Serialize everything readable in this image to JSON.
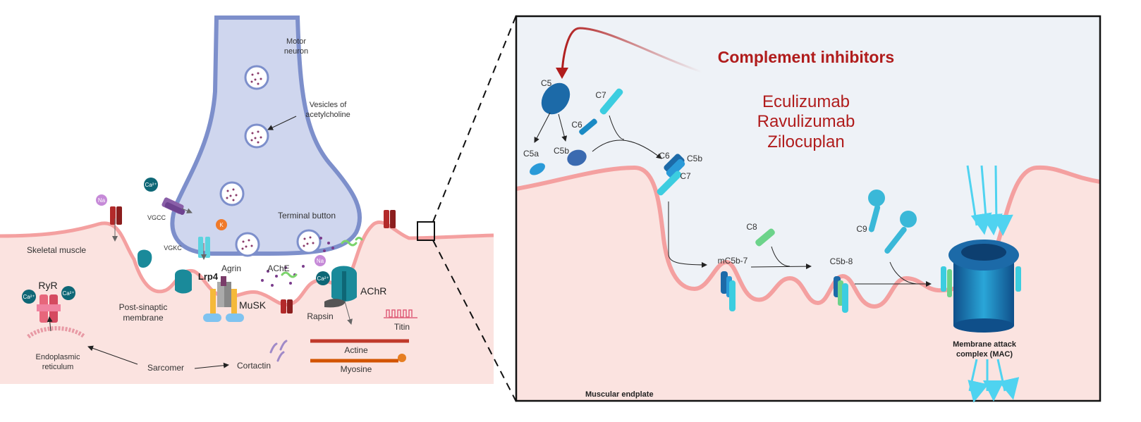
{
  "left_panel": {
    "motor_neuron": [
      "Motor",
      "neuron"
    ],
    "vesicles": [
      "Vesicles of",
      "acetylcholine"
    ],
    "terminal_button": "Terminal button",
    "skeletal_muscle": "Skeletal muscle",
    "post_synaptic": [
      "Post-sinaptic",
      "membrane"
    ],
    "vgcc": "VGCC",
    "vgkc": "VGKC",
    "lrp4": "Lrp4",
    "agrin": "Agrin",
    "musk": "MuSK",
    "ache": "AChE",
    "achr": "AChR",
    "rapsin": "Rapsin",
    "titin": "Titin",
    "ryr": "RyR",
    "endoplasmic": [
      "Endoplasmic",
      "reticulum"
    ],
    "sarcomer": "Sarcomer",
    "cortactin": "Cortactin",
    "actine": "Actine",
    "myosine": "Myosine",
    "ions": {
      "na": "Na",
      "ca": "Ca²⁺",
      "k": "K"
    }
  },
  "right_panel": {
    "heading": "Complement inhibitors",
    "drugs": [
      "Eculizumab",
      "Ravulizumab",
      "Zilocuplan"
    ],
    "c5": "C5",
    "c7": "C7",
    "c6": "C6",
    "c5a": "C5a",
    "c5b": "C5b",
    "complex_c6": "C6",
    "complex_c5b": "C5b",
    "complex_c7": "C7",
    "c8": "C8",
    "c9": "C9",
    "mc5b7": "mC5b-7",
    "c5b8": "C5b-8",
    "mac": [
      "Membrane attack",
      "complex (MAC)"
    ],
    "endplate": "Muscular endplate"
  },
  "colors": {
    "muscle_fill": "#fbe3e0",
    "membrane": "#f4a0a0",
    "neuron_fill": "#cfd6ee",
    "neuron_edge": "#7d8fcb",
    "inhibitor_red": "#b01c1c",
    "teal": "#1a8a9a",
    "cyan": "#3ccde0",
    "blue": "#1c6aa8"
  }
}
